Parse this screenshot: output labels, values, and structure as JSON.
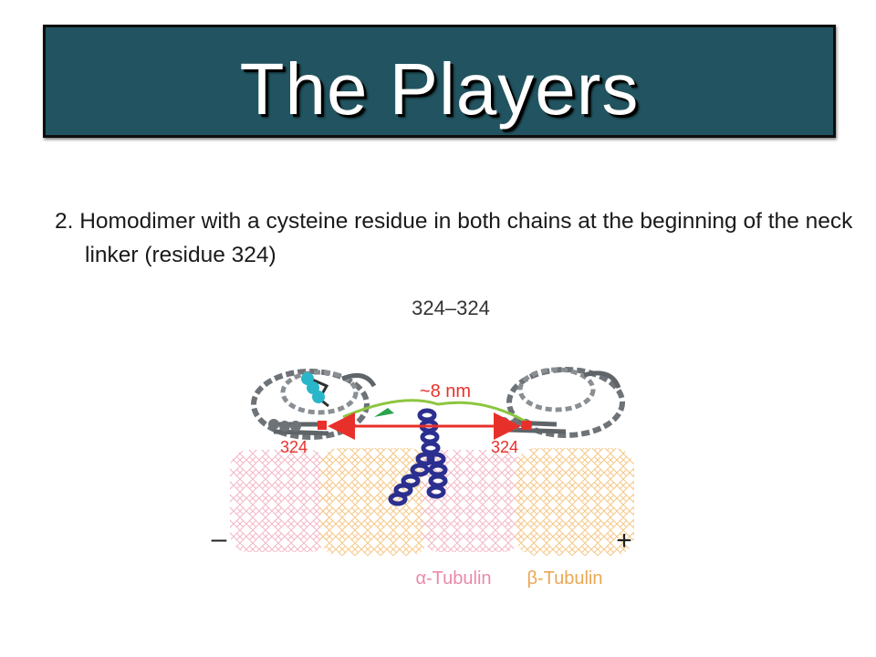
{
  "slide": {
    "title": "The Players",
    "bullet": "2. Homodimer with a cysteine residue in both chains at the beginning of the neck linker (residue 324)"
  },
  "figure": {
    "construct_label": "324–324",
    "distance_label": "~8 nm",
    "left_residue_label": "324",
    "right_residue_label": "324",
    "minus_end_label": "–",
    "plus_end_label": "+",
    "alpha_tubulin_label": "α-Tubulin",
    "beta_tubulin_label": "β-Tubulin",
    "colors": {
      "title_bar": "#215460",
      "arrow_red": "#e8302a",
      "neck_linker_green": "#8cc63f",
      "coiled_coil_blue": "#2b2f8f",
      "alpha_tubulin_pink": "#f2b8c8",
      "beta_tubulin_orange": "#f5c887",
      "kinesin_gray": "#6e7378",
      "nucleotide_cyan": "#29b6c9"
    }
  }
}
